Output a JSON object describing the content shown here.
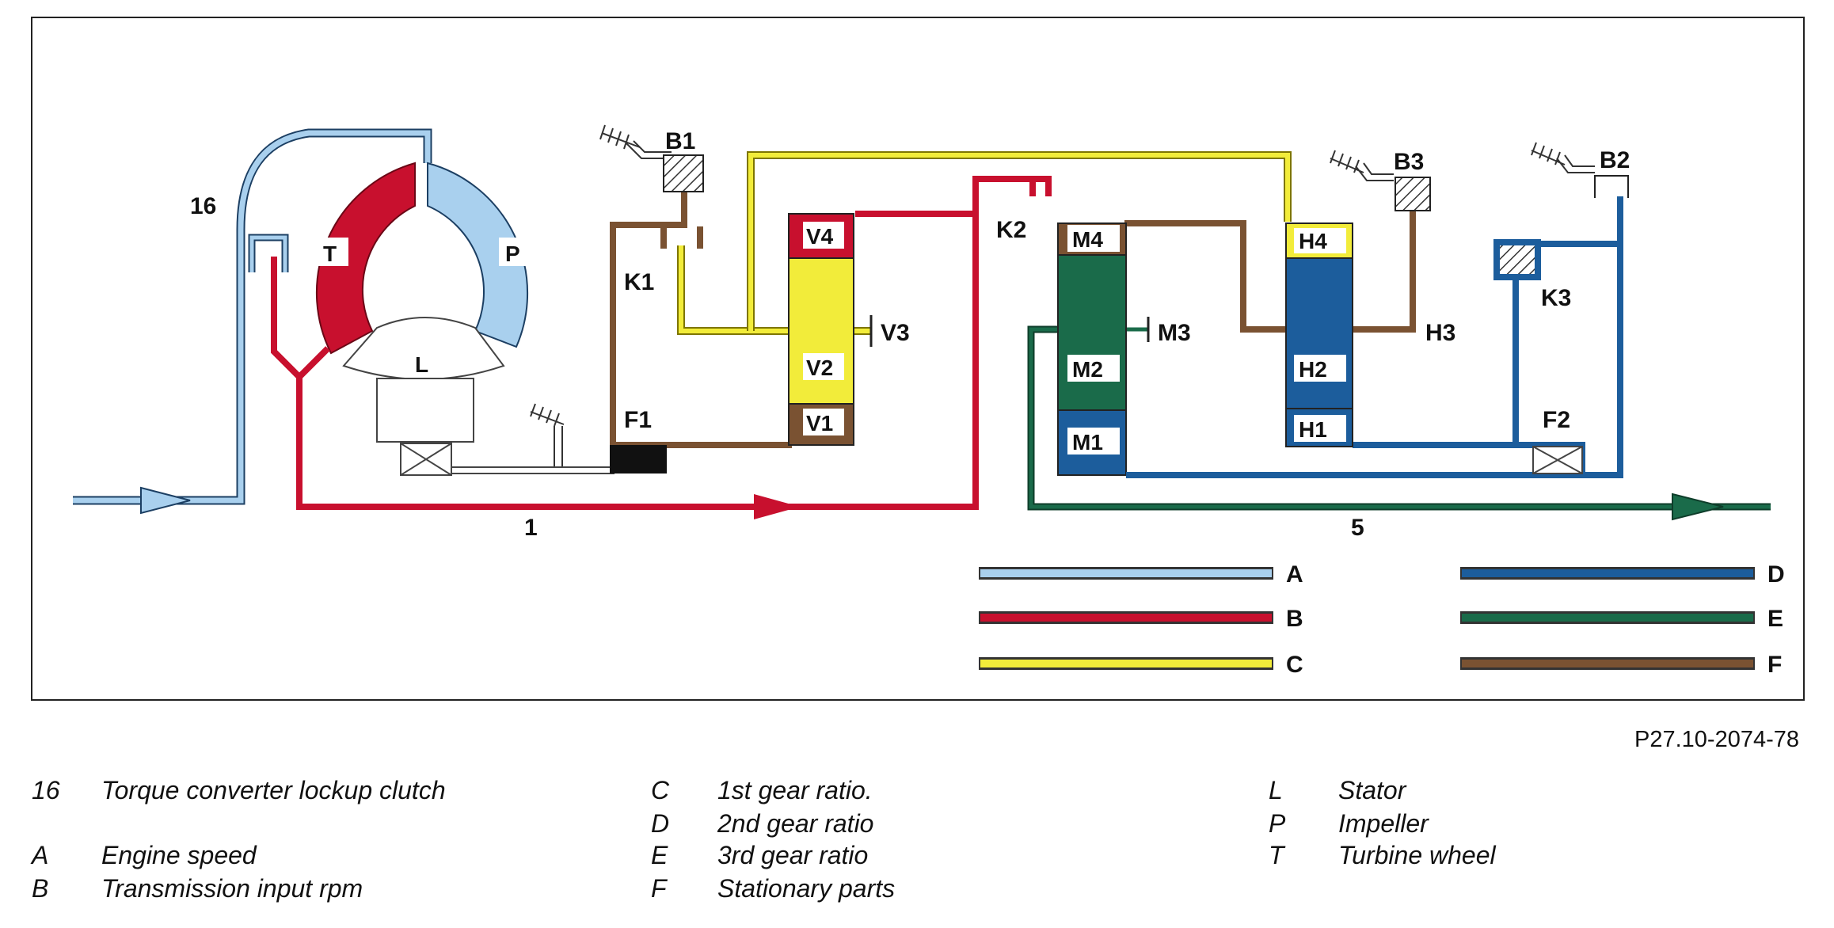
{
  "diagram": {
    "labels": {
      "label_16": "16",
      "label_1": "1",
      "label_5": "5",
      "T": "T",
      "P": "P",
      "L": "L",
      "B1": "B1",
      "B2": "B2",
      "B3": "B3",
      "K1": "K1",
      "K2": "K2",
      "K3": "K3",
      "F1": "F1",
      "F2": "F2",
      "V1": "V1",
      "V2": "V2",
      "V3": "V3",
      "V4": "V4",
      "M1": "M1",
      "M2": "M2",
      "M3": "M3",
      "M4": "M4",
      "H1": "H1",
      "H2": "H2",
      "H3": "H3",
      "H4": "H4"
    },
    "legend": [
      {
        "key": "A",
        "color": "#a9d0ee"
      },
      {
        "key": "B",
        "color": "#c8102e"
      },
      {
        "key": "C",
        "color": "#f2ec3a"
      },
      {
        "key": "D",
        "color": "#1c5d9c"
      },
      {
        "key": "E",
        "color": "#1a6b4a"
      },
      {
        "key": "F",
        "color": "#7a5232"
      }
    ],
    "colors": {
      "engine": "#a9d0ee",
      "input": "#c8102e",
      "gear1": "#f2ec3a",
      "gear2": "#1c5d9c",
      "gear3": "#1a6b4a",
      "stationary": "#7a5232"
    }
  },
  "reference": "P27.10-2074-78",
  "captions": [
    {
      "key": "16",
      "text": "Torque converter lockup clutch"
    },
    {
      "key": "A",
      "text": "Engine speed"
    },
    {
      "key": "B",
      "text": "Transmission input rpm"
    },
    {
      "key": "C",
      "text": "1st gear ratio."
    },
    {
      "key": "D",
      "text": "2nd gear ratio"
    },
    {
      "key": "E",
      "text": "3rd gear ratio"
    },
    {
      "key": "F",
      "text": "Stationary parts"
    },
    {
      "key": "L",
      "text": "Stator"
    },
    {
      "key": "P",
      "text": "Impeller"
    },
    {
      "key": "T",
      "text": "Turbine wheel"
    }
  ]
}
